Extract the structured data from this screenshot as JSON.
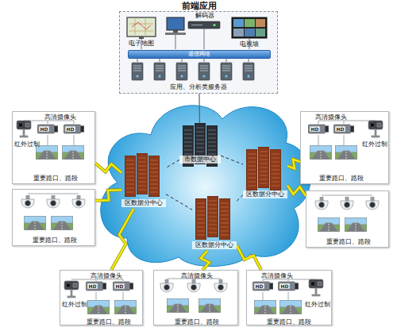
{
  "diagram": {
    "nodes": [
      {
        "text": [
          "前端应用"
        ]
      },
      {
        "text": [
          "通信网络"
        ],
        "in": 0
      },
      {
        "text": [
          "市数据中心"
        ]
      },
      {
        "text": [
          "区数据分中心"
        ]
      },
      {
        "text": [
          "区数据分中心"
        ]
      },
      {
        "text": [
          "区数据分中心"
        ]
      },
      {
        "text": [
          "高清摄像头",
          "红外过制",
          "重要路口、路段"
        ]
      },
      {
        "text": [
          "高清摄像头",
          "红外过制",
          "重要路口、路段"
        ]
      },
      {
        "text": [
          "重要路口、路段"
        ]
      },
      {
        "text": [
          "重要路口、路段"
        ]
      },
      {
        "text": [
          "高清摄像头",
          "红外过制",
          "重要路口、路段"
        ]
      },
      {
        "text": [
          "高清摄像头",
          "重要路口、路段"
        ]
      },
      {
        "text": [
          "高清摄像头",
          "红外过制",
          "重要路口、路段"
        ]
      }
    ],
    "edges": [
      {
        "from": 0,
        "to": 2,
        "arrow": "none"
      },
      {
        "from": 2,
        "to": 3,
        "arrow": "none"
      },
      {
        "from": 2,
        "to": 4,
        "arrow": "none"
      },
      {
        "from": 3,
        "to": 5,
        "arrow": "none"
      },
      {
        "from": 4,
        "to": 5,
        "arrow": "none"
      },
      {
        "from": 6,
        "to": 3,
        "arrow": "none"
      },
      {
        "from": 7,
        "to": 4,
        "arrow": "none"
      },
      {
        "from": 8,
        "to": 3,
        "arrow": "none"
      },
      {
        "from": 9,
        "to": 4,
        "arrow": "none"
      },
      {
        "from": 10,
        "to": 3,
        "arrow": "none"
      },
      {
        "from": 11,
        "to": 5,
        "arrow": "none"
      },
      {
        "from": 12,
        "to": 5,
        "arrow": "none"
      }
    ],
    "labels": [
      "解码器",
      "电子地图",
      "电视墙",
      "应用、分析类服务器",
      "HD",
      "HD",
      "HD",
      "HD",
      "HD",
      "HD",
      "HD",
      "HD"
    ]
  }
}
